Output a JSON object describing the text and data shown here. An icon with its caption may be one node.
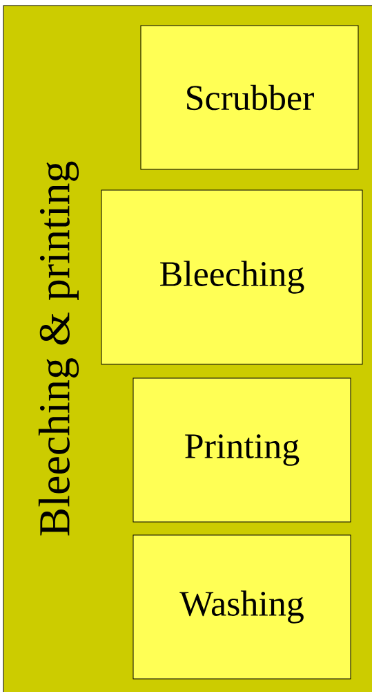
{
  "diagram": {
    "nodes": [
      {
        "text": [
          "Bleeching & printing"
        ]
      },
      {
        "text": [
          "Scrubber"
        ],
        "in": 0
      },
      {
        "text": [
          "Bleeching"
        ],
        "in": 0
      },
      {
        "text": [
          "Printing"
        ],
        "in": 0
      },
      {
        "text": [
          "Washing"
        ],
        "in": 0
      }
    ]
  }
}
